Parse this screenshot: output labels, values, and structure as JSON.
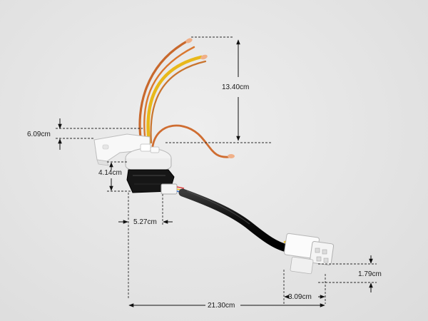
{
  "dimensions": {
    "total_length": "21.30cm",
    "wire_height": "13.40cm",
    "bracket_height": "6.09cm",
    "sensor_height": "4.14cm",
    "sensor_width": "5.27cm",
    "connector_height": "1.79cm",
    "connector_width": "3.09cm"
  }
}
